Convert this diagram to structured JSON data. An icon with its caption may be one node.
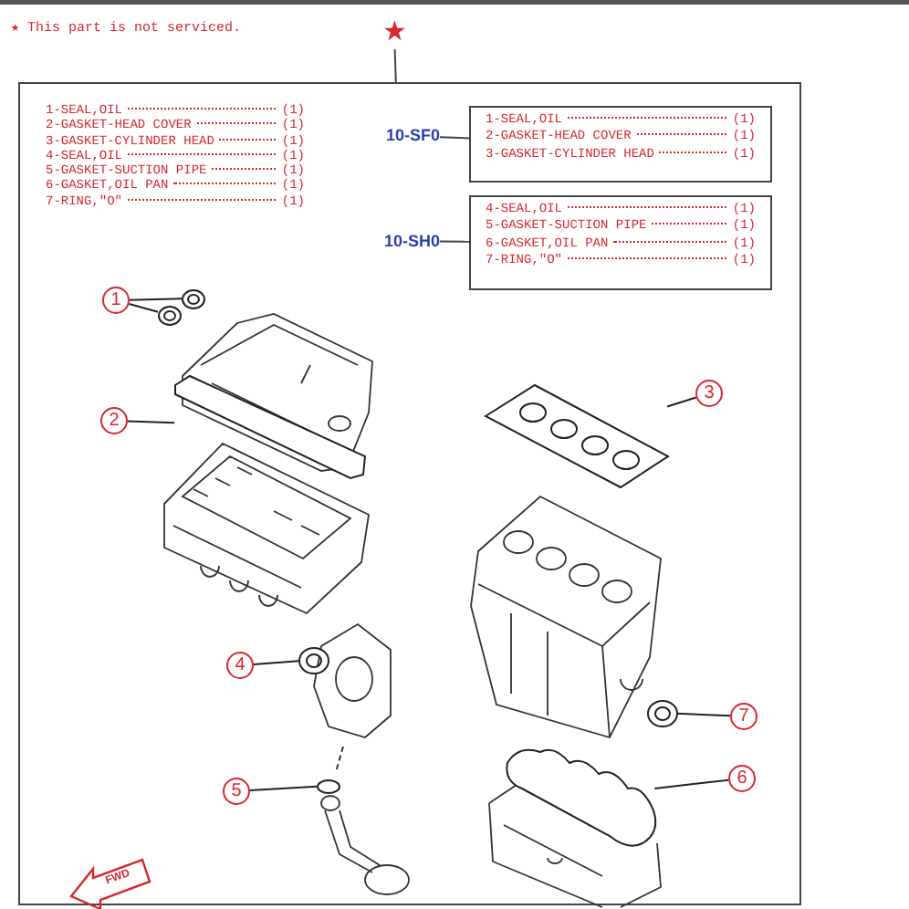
{
  "diagram": {
    "nodes": [
      {
        "text": [
          "★"
        ]
      },
      {
        "text": [],
        "shape": "box"
      },
      {
        "text": [
          "10-SF0"
        ],
        "in": 1
      },
      {
        "text": [
          "1-SEAL,OIL",
          "(1)",
          "2-GASKET-HEAD COVER",
          "(1)",
          "3-GASKET-CYLINDER HEAD",
          "(1)"
        ],
        "in": 1
      },
      {
        "text": [
          "10-SH0"
        ],
        "in": 1
      },
      {
        "text": [
          "4-SEAL,OIL",
          "(1)",
          "5-GASKET-SUCTION PIPE",
          "(1)",
          "6-GASKET,OIL PAN",
          "(1)",
          "7-RING,\"O\"",
          "(1)"
        ],
        "in": 1
      },
      {
        "text": [
          "1"
        ],
        "in": 1
      },
      {
        "text": [
          "3"
        ],
        "in": 1
      },
      {
        "text": [
          "2"
        ],
        "in": 1
      },
      {
        "text": [
          "4"
        ],
        "in": 1
      },
      {
        "text": [
          "7"
        ],
        "in": 1
      },
      {
        "text": [
          "6"
        ],
        "in": 1
      },
      {
        "text": [
          "5"
        ],
        "in": 1
      },
      {
        "text": [],
        "shape": "picture",
        "in": 1
      },
      {
        "text": [],
        "shape": "picture",
        "in": 1
      },
      {
        "text": [],
        "shape": "picture",
        "in": 1
      },
      {
        "text": [],
        "shape": "picture",
        "in": 1
      },
      {
        "text": [],
        "shape": "picture",
        "in": 1
      },
      {
        "text": [],
        "shape": "picture",
        "in": 1
      },
      {
        "text": [],
        "shape": "picture",
        "in": 1
      },
      {
        "text": [],
        "shape": "picture",
        "in": 1
      }
    ],
    "edges": [
      {
        "from": 0,
        "to": 1,
        "arrow": "none"
      },
      {
        "from": 2,
        "to": 3,
        "arrow": "none"
      },
      {
        "from": 4,
        "to": 5,
        "arrow": "none"
      },
      {
        "from": 6,
        "to": 13,
        "arrow": "none"
      },
      {
        "from": 6,
        "to": 14,
        "arrow": "none"
      },
      {
        "from": 8,
        "to": 15,
        "arrow": "none"
      },
      {
        "from": 7,
        "to": 16,
        "arrow": "none"
      },
      {
        "from": 9,
        "to": 17,
        "arrow": "none"
      },
      {
        "from": 10,
        "to": 18,
        "arrow": "none"
      },
      {
        "from": 11,
        "to": 19,
        "arrow": "none"
      },
      {
        "from": 12,
        "to": 20,
        "arrow": "none"
      }
    ],
    "labels": [
      "★ This part is not serviced.",
      "1-SEAL,OIL",
      "(1)",
      "2-GASKET-HEAD COVER",
      "(1)",
      "3-GASKET-CYLINDER HEAD",
      "(1)",
      "4-SEAL,OIL",
      "(1)",
      "5-GASKET-SUCTION PIPE",
      "(1)",
      "6-GASKET,OIL PAN",
      "(1)",
      "7-RING,\"O\"",
      "(1)",
      "FWD"
    ]
  }
}
